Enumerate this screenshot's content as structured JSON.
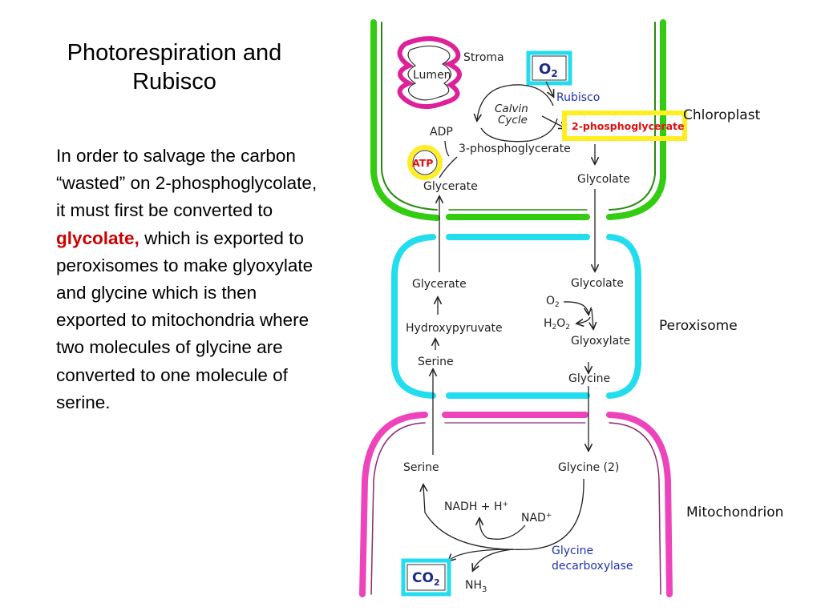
{
  "title": "Photorespiration and Rubisco",
  "body": {
    "before": "In order to salvage the carbon “wasted” on 2-phosphoglycolate, it must first be converted to ",
    "highlight": "glycolate",
    "comma": ",",
    "after": " which is exported to peroxisomes to make glyoxylate and glycine which is then exported to mitochondria where two molecules of glycine are converted to one molecule of serine."
  },
  "colors": {
    "chloroplast": "#33cc11",
    "peroxisome": "#22ddee",
    "mitochondrion": "#ee44bb",
    "highlight_text": "#cc0000",
    "enzyme_text": "#2233aa",
    "atp_highlight": "#ffee22",
    "o2_box": "#22ddee",
    "phosphoglycerate_text": "#dd1111"
  },
  "diagram": {
    "organelles": {
      "chloroplast": "Chloroplast",
      "peroxisome": "Peroxisome",
      "mitochondrion": "Mitochondrion"
    },
    "chloroplast": {
      "stroma": "Stroma",
      "lumen": "Lumen",
      "o2": "O",
      "o2_sub": "2",
      "rubisco": "Rubisco",
      "calvin_line1": "Calvin",
      "calvin_line2": "Cycle",
      "phosphoglycerate2": "2-phosphoglycerate",
      "adp": "ADP",
      "atp": "ATP",
      "phosphoglycerate3": "3-phosphoglycerate",
      "glycerate": "Glycerate",
      "glycolate": "Glycolate"
    },
    "peroxisome": {
      "glycerate": "Glycerate",
      "glycolate": "Glycolate",
      "o2": "O",
      "o2_sub": "2",
      "h2o2_h": "H",
      "h2o2_sub1": "2",
      "h2o2_o": "O",
      "h2o2_sub2": "2",
      "hydroxypyruvate": "Hydroxypyruvate",
      "glyoxylate": "Glyoxylate",
      "serine": "Serine",
      "glycine": "Glycine"
    },
    "mitochondrion": {
      "serine": "Serine",
      "glycine2": "Glycine (2)",
      "nadh": "NADH + H",
      "nadh_sup": "+",
      "nad": "NAD",
      "nad_sup": "+",
      "glycine_label": "Glycine",
      "decarboxylase_label": "decarboxylase",
      "co2": "CO",
      "co2_sub": "2",
      "nh3": "NH",
      "nh3_sub": "3"
    }
  }
}
